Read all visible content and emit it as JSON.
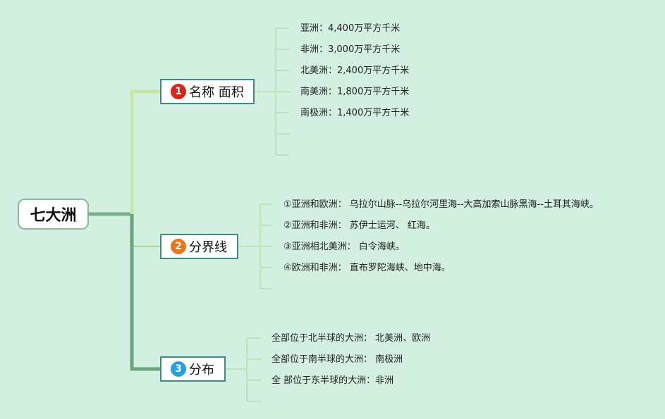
{
  "central": {
    "label": "七大洲"
  },
  "branches": [
    {
      "number": "1",
      "label": "名称 面积",
      "badge_color": "#d9261c",
      "leaves": [
        {
          "text": "亚洲：4,400万平方千米"
        },
        {
          "text": "非洲：3,000万平方千米"
        },
        {
          "text": "北美洲：2,400万平方千米"
        },
        {
          "text": "南美洲：1,800万平方千米"
        },
        {
          "text": "南极洲：1,400万平方千米"
        },
        {
          "text": ""
        },
        {
          "text": ""
        }
      ]
    },
    {
      "number": "2",
      "label": "分界线",
      "badge_color": "#e8761c",
      "leaves": [
        {
          "text": "①亚洲和欧洲： 乌拉尔山脉--乌拉尔河里海--大高加索山脉黑海--土耳其海峡。"
        },
        {
          "text": "②亚洲和非洲： 苏伊士运河、 红海。"
        },
        {
          "text": "③亚洲相北美洲： 白令海峡。"
        },
        {
          "text": "④欧洲和非洲： 直布罗陀海峡、地中海。"
        },
        {
          "text": ""
        }
      ]
    },
    {
      "number": "3",
      "label": "分布",
      "badge_color": "#2b9fd8",
      "leaves": [
        {
          "text": "全部位于北半球的大洲： 北美洲、欧洲"
        },
        {
          "text": "全部位于南半球的大洲： 南极洲"
        },
        {
          "text": "全 部位于东半球的大洲：非洲"
        },
        {
          "text": ""
        }
      ]
    }
  ],
  "colors": {
    "background": "#d3efe0",
    "branch_connector_1": "#c6e8a6",
    "branch_connector_2": "#77b08a",
    "branch_connector_3": "#6aa57f",
    "leaf_line": "#b7d9a5",
    "node_border": "#3e8a8e"
  }
}
